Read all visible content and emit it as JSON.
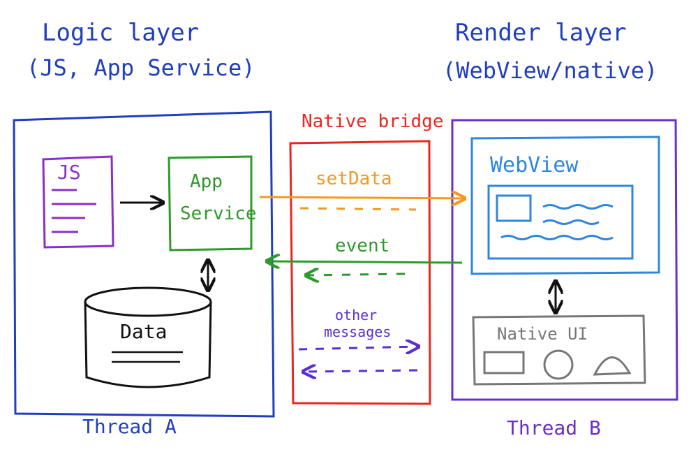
{
  "logic": {
    "title": "Logic layer",
    "subtitle": "(JS, App Service)",
    "thread": "Thread A",
    "color": "#1f3fbf"
  },
  "render": {
    "title": "Render layer",
    "subtitle": "(WebView/native)",
    "thread": "Thread B",
    "color": "#6a2fc8"
  },
  "bridge": {
    "title": "Native bridge",
    "color": "#e8281e"
  },
  "nodes": {
    "js": {
      "label": "JS",
      "color": "#8a2fc8"
    },
    "app_service": {
      "line1": "App",
      "line2": "Service",
      "color": "#2e9a2a"
    },
    "data": {
      "label": "Data",
      "color": "#111111"
    },
    "webview": {
      "label": "WebView",
      "color": "#2f86e0"
    },
    "native_ui": {
      "label": "Native UI",
      "color": "#777777"
    }
  },
  "messages": {
    "set_data": {
      "label": "setData",
      "color": "#f29a1f"
    },
    "event": {
      "label": "event",
      "color": "#2e9a2a"
    },
    "other": {
      "line1": "other",
      "line2": "messages",
      "color": "#5a2fd0"
    }
  }
}
